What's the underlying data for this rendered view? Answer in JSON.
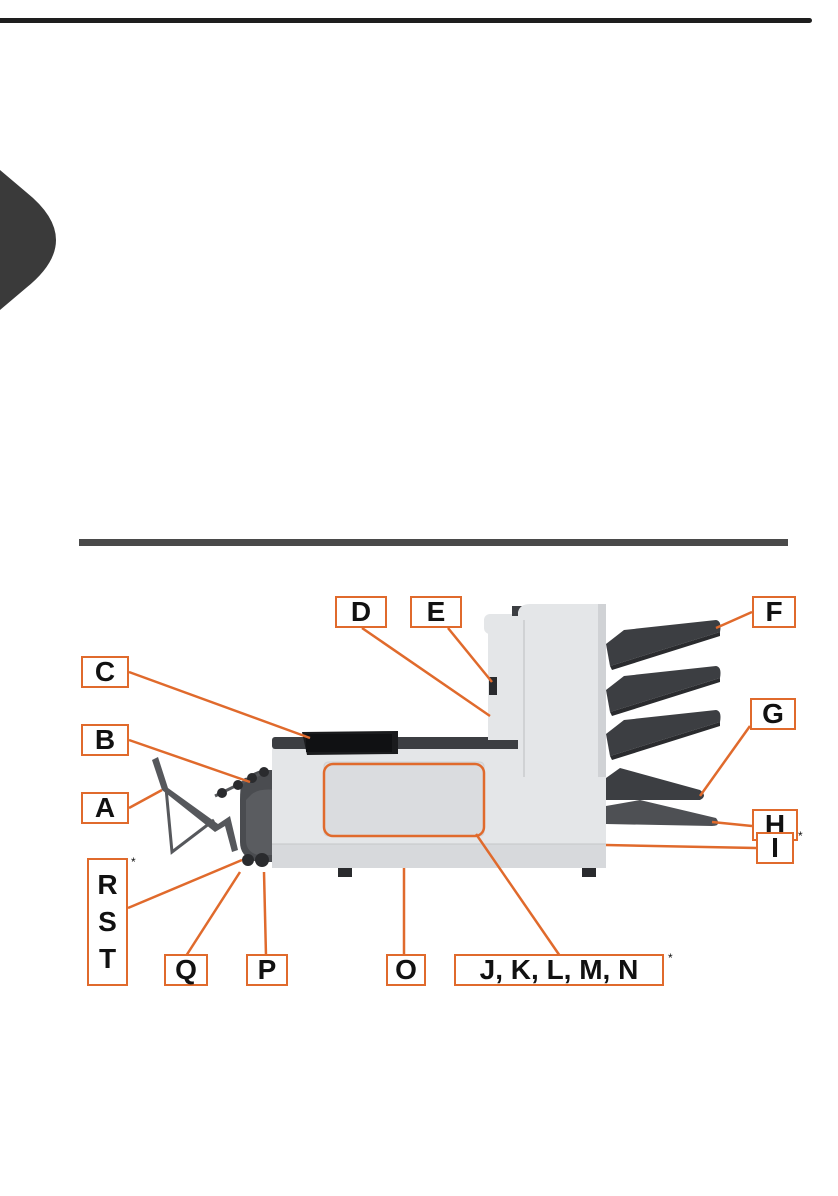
{
  "diagram": {
    "labels": {
      "A": "A",
      "B": "B",
      "C": "C",
      "D": "D",
      "E": "E",
      "F": "F",
      "G": "G",
      "H": "H",
      "I": "I",
      "O": "O",
      "P": "P",
      "Q": "Q",
      "JKLMN": "J, K, L, M, N",
      "R": "R",
      "S": "S",
      "T": "T"
    },
    "asterisk": "*"
  },
  "colors": {
    "callout": "#e06a2c",
    "rule": "#1e1e1e",
    "tab": "#3a3a3a",
    "machine_body": "#e4e6e8",
    "machine_dark": "#3c3e42"
  }
}
